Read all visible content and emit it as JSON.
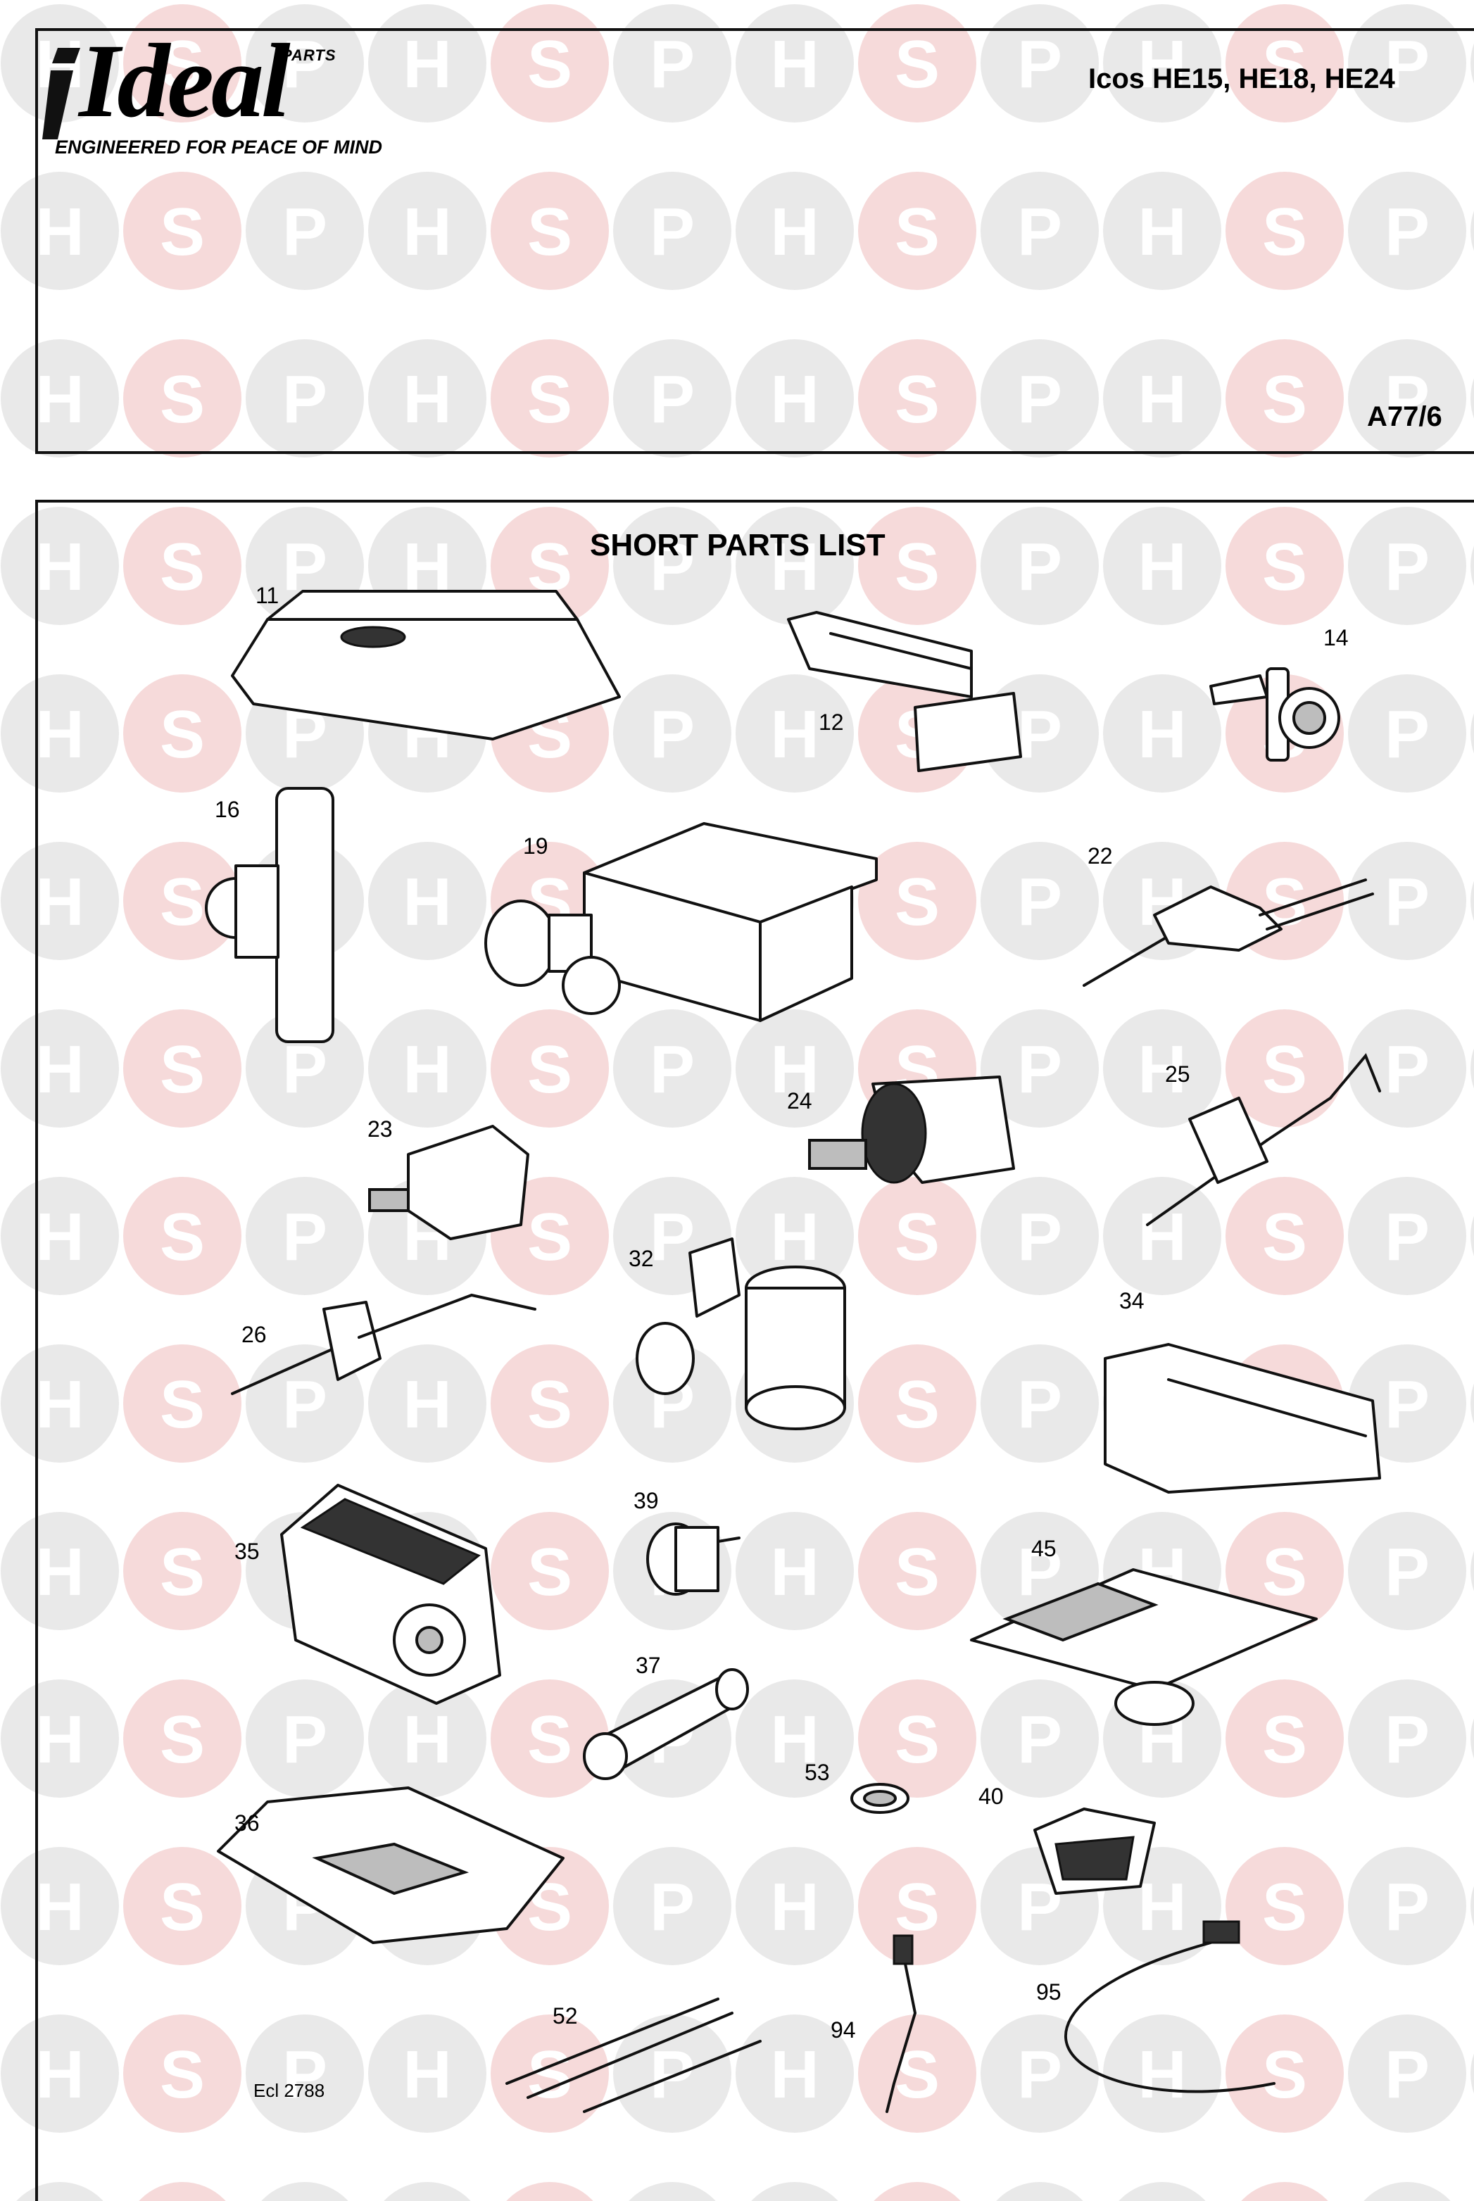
{
  "header": {
    "brand_parts": "PARTS",
    "brand_name": "Ideal",
    "tagline": "ENGINEERED FOR PEACE OF MIND",
    "model_title": "Icos HE15, HE18, HE24",
    "doc_code": "A77/6"
  },
  "watermark": {
    "letters": [
      "H",
      "S",
      "P"
    ],
    "grey": "#e9e9e9",
    "pink": "#f6dada"
  },
  "section": {
    "title": "SHORT PARTS LIST",
    "reference": "Ecl 2788"
  },
  "callouts": [
    {
      "part": "vent-hood",
      "number": "11"
    },
    {
      "part": "bracket",
      "number": "12"
    },
    {
      "part": "connector",
      "number": "14"
    },
    {
      "part": "fan",
      "number": "16"
    },
    {
      "part": "gas-valve",
      "number": "19"
    },
    {
      "part": "pilot-burner",
      "number": "22"
    },
    {
      "part": "overheat-stat",
      "number": "23"
    },
    {
      "part": "thermal-switch",
      "number": "24"
    },
    {
      "part": "ignition-electrode",
      "number": "25"
    },
    {
      "part": "detection-electrode",
      "number": "26"
    },
    {
      "part": "pressure-switch",
      "number": "32"
    },
    {
      "part": "baffle-plate",
      "number": "34"
    },
    {
      "part": "control-box",
      "number": "35"
    },
    {
      "part": "pcb",
      "number": "36"
    },
    {
      "part": "fuse",
      "number": "37"
    },
    {
      "part": "neon-indicator",
      "number": "39"
    },
    {
      "part": "spark-generator",
      "number": "40"
    },
    {
      "part": "gasket-kit",
      "number": "45"
    },
    {
      "part": "sealing-strips",
      "number": "52"
    },
    {
      "part": "sealing-washer",
      "number": "53"
    },
    {
      "part": "hv-lead-short",
      "number": "94"
    },
    {
      "part": "hv-lead-long",
      "number": "95"
    }
  ]
}
